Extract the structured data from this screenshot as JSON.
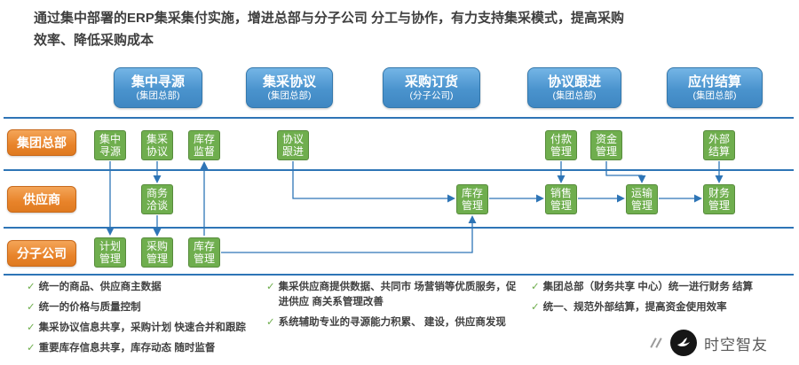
{
  "title": {
    "line1": "通过集中部署的ERP集采集付实施，增进总部与分子公司 分工与协作，有力支持集采模式，提高采购",
    "line2": "效率、降低采购成本"
  },
  "stages": [
    {
      "title": "集中寻源",
      "subtitle": "(集团总部)"
    },
    {
      "title": "集采协议",
      "subtitle": "(集团总部)"
    },
    {
      "title": "采购订货",
      "subtitle": "(分子公司)"
    },
    {
      "title": "协议跟进",
      "subtitle": "(集团总部)"
    },
    {
      "title": "应付结算",
      "subtitle": "(集团总部)"
    }
  ],
  "lanes": [
    {
      "label": "集团总部",
      "boxes": [
        "集中寻源",
        "集采协议",
        "库存监督",
        "协议跟进",
        "付款管理",
        "资金管理",
        "外部结算"
      ]
    },
    {
      "label": "供应商",
      "boxes": [
        "商务洽谈",
        "库存管理",
        "销售管理",
        "运输管理",
        "财务管理"
      ]
    },
    {
      "label": "分子公司",
      "boxes": [
        "计划管理",
        "采购管理",
        "库存管理"
      ]
    }
  ],
  "notes": {
    "left": [
      "统一的商品、供应商主数据",
      "统一的价格与质量控制",
      "集采协议信息共享，采购计划 快速合并和跟踪",
      "重要库存信息共享，库存动态 随时监督"
    ],
    "middle": [
      "集采供应商提供数据、共同市 场营销等优质服务，促进供应 商关系管理改善",
      "系统辅助专业的寻源能力积累、 建设，供应商发现"
    ],
    "right": [
      "集团总部（财务共享 中心）统一进行财务 结算",
      "统一、规范外部结算，提高资金使用效率"
    ]
  },
  "glyphs": {
    "check": "✓"
  },
  "watermark": {
    "text": "时空智友"
  },
  "colors": {
    "stage_blue": "#4a93cd",
    "lane_orange": "#e8832a",
    "box_green": "#6fae4e",
    "line_blue": "#2e75b6",
    "check_green": "#6fae4e",
    "text_dark": "#404040"
  }
}
